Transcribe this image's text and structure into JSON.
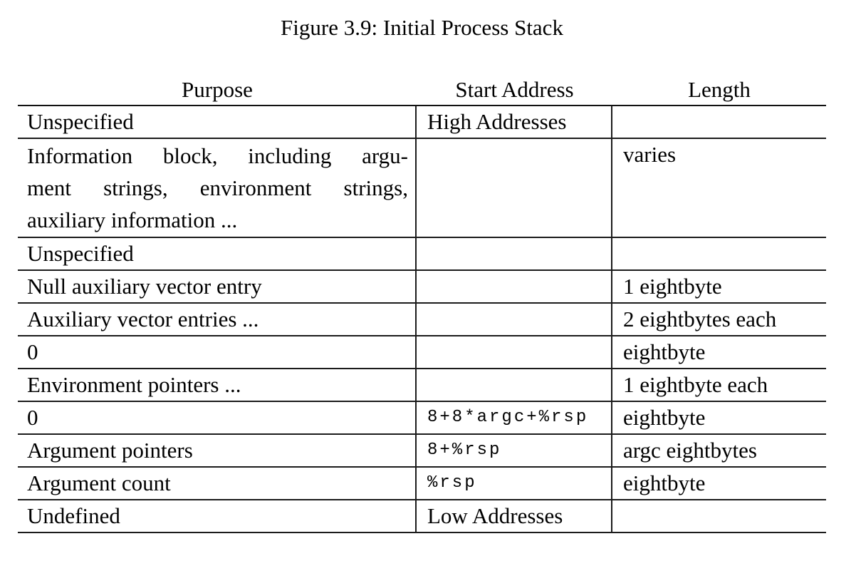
{
  "page": {
    "title": "Figure 3.9: Initial Process Stack"
  },
  "table": {
    "columns": [
      "Purpose",
      "Start Address",
      "Length"
    ],
    "rows": [
      {
        "purpose": "Unspecified",
        "start_address": "High Addresses",
        "length": ""
      },
      {
        "purpose": "Information block, including argument strings, environment strings, auxiliary information ...",
        "purpose_lines": [
          "Information block, including argu-",
          "ment strings, environment strings,",
          "auxiliary information ..."
        ],
        "start_address": "",
        "length": "varies"
      },
      {
        "purpose": "Unspecified",
        "start_address": "",
        "length": ""
      },
      {
        "purpose": "Null auxiliary vector entry",
        "start_address": "",
        "length": "1 eightbyte"
      },
      {
        "purpose": "Auxiliary vector entries ...",
        "start_address": "",
        "length": "2 eightbytes each"
      },
      {
        "purpose": "0",
        "start_address": "",
        "length": "eightbyte"
      },
      {
        "purpose": "Environment pointers ...",
        "start_address": "",
        "length": "1 eightbyte each"
      },
      {
        "purpose": "0",
        "start_address": "8+8*argc+%rsp",
        "length": "eightbyte"
      },
      {
        "purpose": "Argument pointers",
        "start_address": "8+%rsp",
        "length": "argc eightbytes"
      },
      {
        "purpose": "Argument count",
        "start_address": "%rsp",
        "length": "eightbyte"
      },
      {
        "purpose": "Undefined",
        "start_address": "Low Addresses",
        "length": ""
      }
    ]
  }
}
